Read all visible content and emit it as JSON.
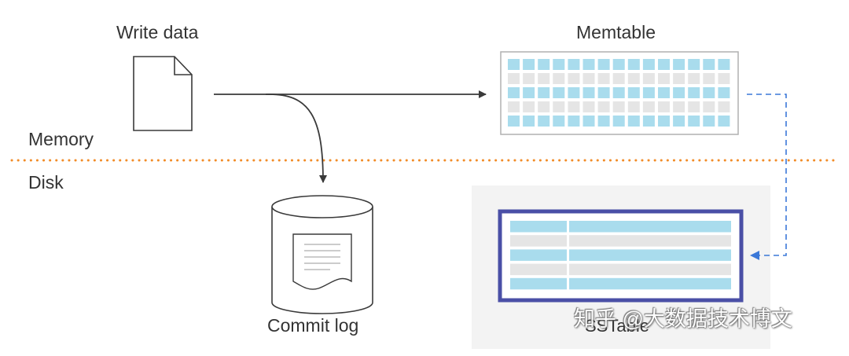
{
  "labels": {
    "write_data": "Write data",
    "memtable": "Memtable",
    "memory": "Memory",
    "disk": "Disk",
    "commit_log": "Commit log",
    "sstable": "SSTable"
  },
  "watermark": "知乎 @大数据技术博文",
  "colors": {
    "text": "#333333",
    "divider_orange": "#f28c28",
    "flush_arrow_blue": "#3b78d8",
    "row_blue": "#a9dced",
    "row_grey": "#e5e5e5",
    "sstable_frame": "#4a4fa6",
    "disk_panel": "#f3f3f3"
  }
}
